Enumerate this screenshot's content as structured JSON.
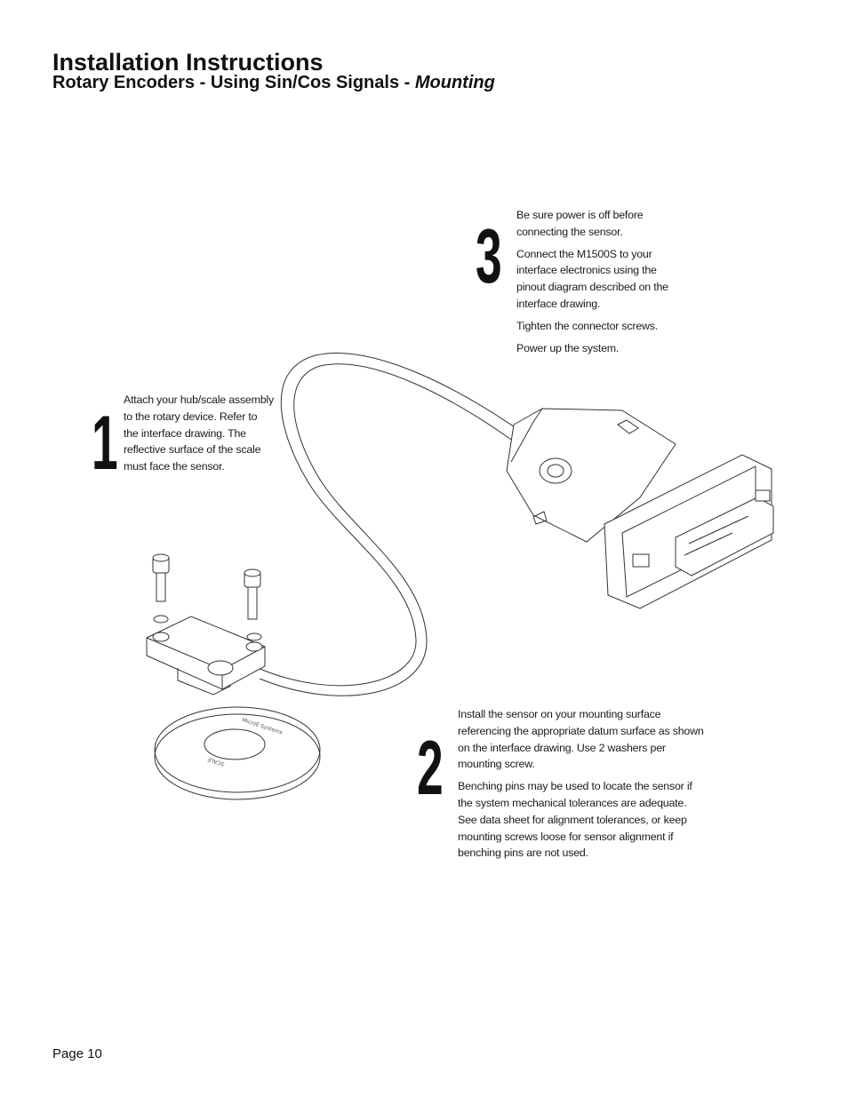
{
  "header": {
    "title": "Installation Instructions",
    "subtitle_prefix": "Rotary Encoders - Using Sin/Cos Signals - ",
    "subtitle_emphasis": "Mounting"
  },
  "steps": [
    {
      "number": "1",
      "paragraphs": [
        "Attach your hub/scale assembly to the rotary device. Refer to the interface drawing. The reflective surface of the scale must face the sensor."
      ]
    },
    {
      "number": "2",
      "paragraphs": [
        "Install the sensor on your mounting surface referencing the appropriate datum surface as shown on the interface drawing. Use 2 washers per mounting screw.",
        "Benching pins may be used to locate the sensor if the system mechanical tolerances are adequate. See data sheet for alignment tolerances, or keep mounting screws loose for sensor alignment if benching pins are not used."
      ]
    },
    {
      "number": "3",
      "paragraphs": [
        "Be sure power is off before connecting the sensor.",
        "Connect the M1500S to your interface electronics using the pinout diagram described on the interface drawing.",
        "Tighten the connector screws.",
        "Power up the system."
      ]
    }
  ],
  "illustration": {
    "scale_label": "MicroE Systems",
    "scale_part": "SCALE"
  },
  "footer": {
    "page_label": "Page 10"
  }
}
